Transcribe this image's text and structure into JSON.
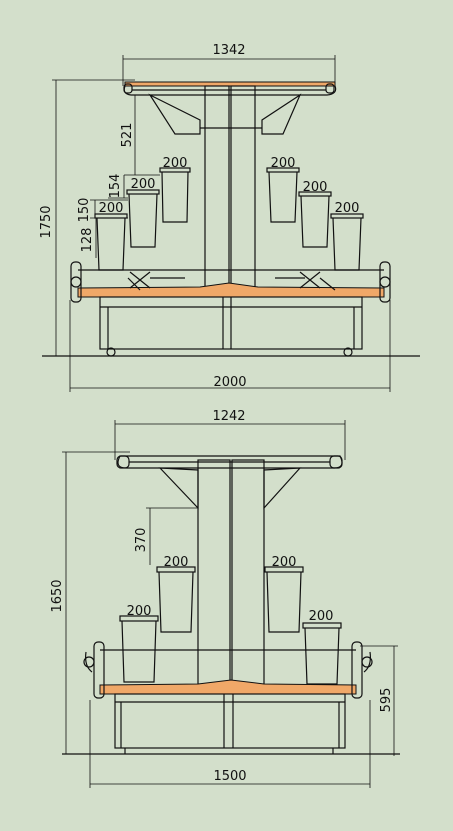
{
  "colors": {
    "background": "#d3dfcb",
    "line": "#111111",
    "accent": "#f0a868"
  },
  "top_view": {
    "dims": {
      "top_width": "1342",
      "total_height": "1750",
      "upper_gap": "521",
      "gap_154": "154",
      "gap_150": "150",
      "gap_128": "128",
      "bottom_width": "2000",
      "bucket_left_1": "200",
      "bucket_left_2": "200",
      "bucket_left_3": "200",
      "bucket_right_1": "200",
      "bucket_right_2": "200",
      "bucket_right_3": "200"
    }
  },
  "bottom_view": {
    "dims": {
      "top_width": "1242",
      "total_height": "1650",
      "upper_gap": "370",
      "side_height": "595",
      "bottom_width": "1500",
      "bucket_left_1": "200",
      "bucket_left_2": "200",
      "bucket_right_1": "200",
      "bucket_right_2": "200"
    }
  }
}
